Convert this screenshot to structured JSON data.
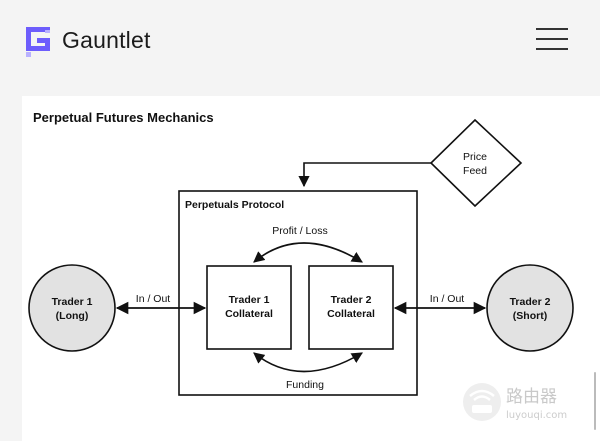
{
  "app": {
    "brand_name": "Gauntlet",
    "logo_icon": "gauntlet-logo-icon",
    "menu_icon": "hamburger-menu-icon",
    "brand_color": "#6d5dfc"
  },
  "diagram": {
    "title": "Perpetual Futures Mechanics",
    "price_feed": [
      "Price",
      "Feed"
    ],
    "protocol_label": "Perpetuals Protocol",
    "trader1": [
      "Trader 1",
      "(Long)"
    ],
    "trader2": [
      "Trader 2",
      "(Short)"
    ],
    "collateral1": [
      "Trader 1",
      "Collateral"
    ],
    "collateral2": [
      "Trader 2",
      "Collateral"
    ],
    "profit_loss": "Profit / Loss",
    "funding": "Funding",
    "in_out_left": "In / Out",
    "in_out_right": "In / Out"
  },
  "watermark": {
    "name": "路由器",
    "url": "luyouqi.com"
  }
}
